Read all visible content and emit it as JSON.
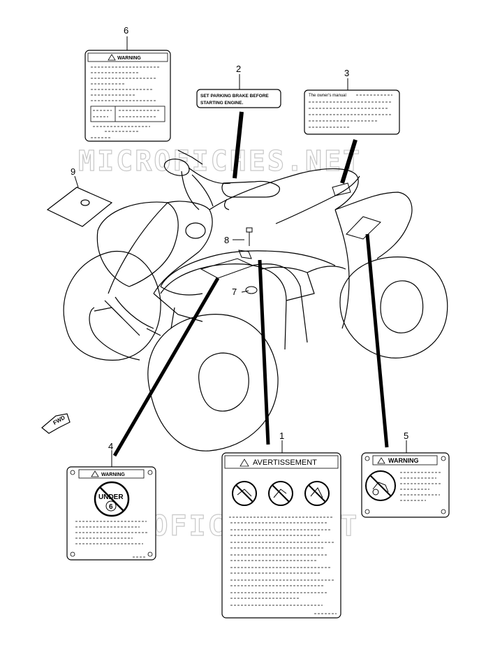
{
  "watermark": "MICROFICHES.NET",
  "fwd_label": "FWD",
  "parts": [
    {
      "ref": "1",
      "text": "AVERTISSEMENT"
    },
    {
      "ref": "2",
      "text_line1": "SET PARKING BRAKE BEFORE",
      "text_line2": "STARTING ENGINE."
    },
    {
      "ref": "3",
      "text": "The owner's manual"
    },
    {
      "ref": "4",
      "text": "WARNING",
      "badge_top": "UNDER",
      "badge_num": "6"
    },
    {
      "ref": "5",
      "text": "WARNING"
    },
    {
      "ref": "6",
      "text": "WARNING"
    },
    {
      "ref": "7"
    },
    {
      "ref": "8"
    },
    {
      "ref": "9"
    }
  ],
  "colors": {
    "line": "#000000",
    "watermark": "#c8c8c8"
  }
}
